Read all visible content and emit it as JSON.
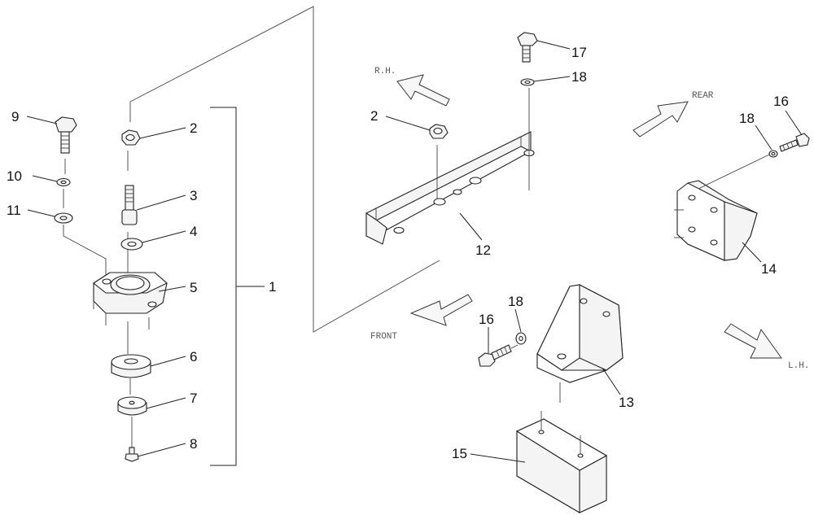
{
  "callouts": {
    "c1": "1",
    "c2a": "2",
    "c2b": "2",
    "c3": "3",
    "c4": "4",
    "c5": "5",
    "c6": "6",
    "c7": "7",
    "c8": "8",
    "c9": "9",
    "c10": "10",
    "c11": "11",
    "c12": "12",
    "c13": "13",
    "c14": "14",
    "c15": "15",
    "c16a": "16",
    "c16b": "16",
    "c17": "17",
    "c18a": "18",
    "c18b": "18",
    "c18c": "18"
  },
  "directions": {
    "rh": "R.H.",
    "rear": "REAR",
    "front": "FRONT",
    "lh": "L.H."
  }
}
